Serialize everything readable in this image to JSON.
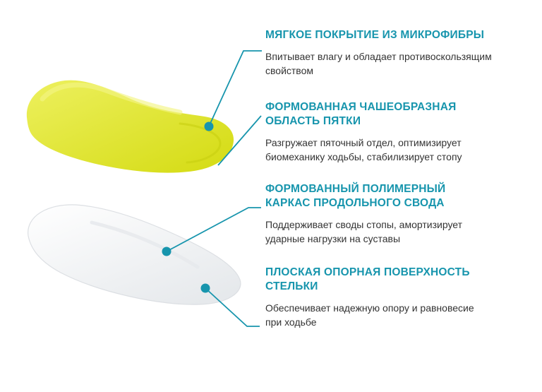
{
  "page": {
    "background": "#ffffff"
  },
  "colors": {
    "accent": "#1795ad",
    "body_text": "#333333",
    "insole_top_light": "#edf05e",
    "insole_top_dark": "#d4db12",
    "insole_top_highlight": "#f3f584",
    "insole_top_contour": "#c6cd0e",
    "insole_bottom_light": "#ffffff",
    "insole_bottom_dark": "#e6e9ec",
    "insole_bottom_outline": "#dcdfe3"
  },
  "illustration": {
    "name": "orthopedic-insole-layers",
    "markers": [
      "top-insole-marker",
      "arch-marker",
      "base-marker"
    ]
  },
  "callouts": [
    {
      "title": "МЯГКОЕ ПОКРЫТИЕ ИЗ МИКРОФИБРЫ",
      "description": "Впитывает влагу и обладает противоскользящим\nсвойством"
    },
    {
      "title": "ФОРМОВАННАЯ ЧАШЕОБРАЗНАЯ\nОБЛАСТЬ ПЯТКИ",
      "description": "Разгружает пяточный отдел, оптимизирует\nбиомеханику ходьбы, стабилизирует стопу"
    },
    {
      "title": "ФОРМОВАННЫЙ ПОЛИМЕРНЫЙ\nКАРКАС ПРОДОЛЬНОГО СВОДА",
      "description": "Поддерживает своды стопы, амортизирует\nударные нагрузки на суставы"
    },
    {
      "title": "ПЛОСКАЯ ОПОРНАЯ ПОВЕРХНОСТЬ\nСТЕЛЬКИ",
      "description": "Обеспечивает надежную опору и равновесие\nпри ходьбе"
    }
  ]
}
